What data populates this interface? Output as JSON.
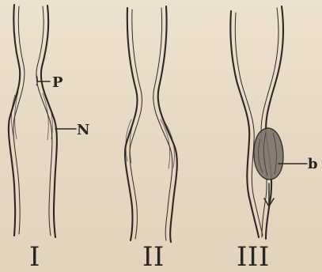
{
  "figure": {
    "panels": [
      {
        "numeral": "I",
        "labels": [
          "P",
          "N"
        ]
      },
      {
        "numeral": "II",
        "labels": []
      },
      {
        "numeral": "III",
        "labels": [
          "b"
        ]
      }
    ]
  }
}
